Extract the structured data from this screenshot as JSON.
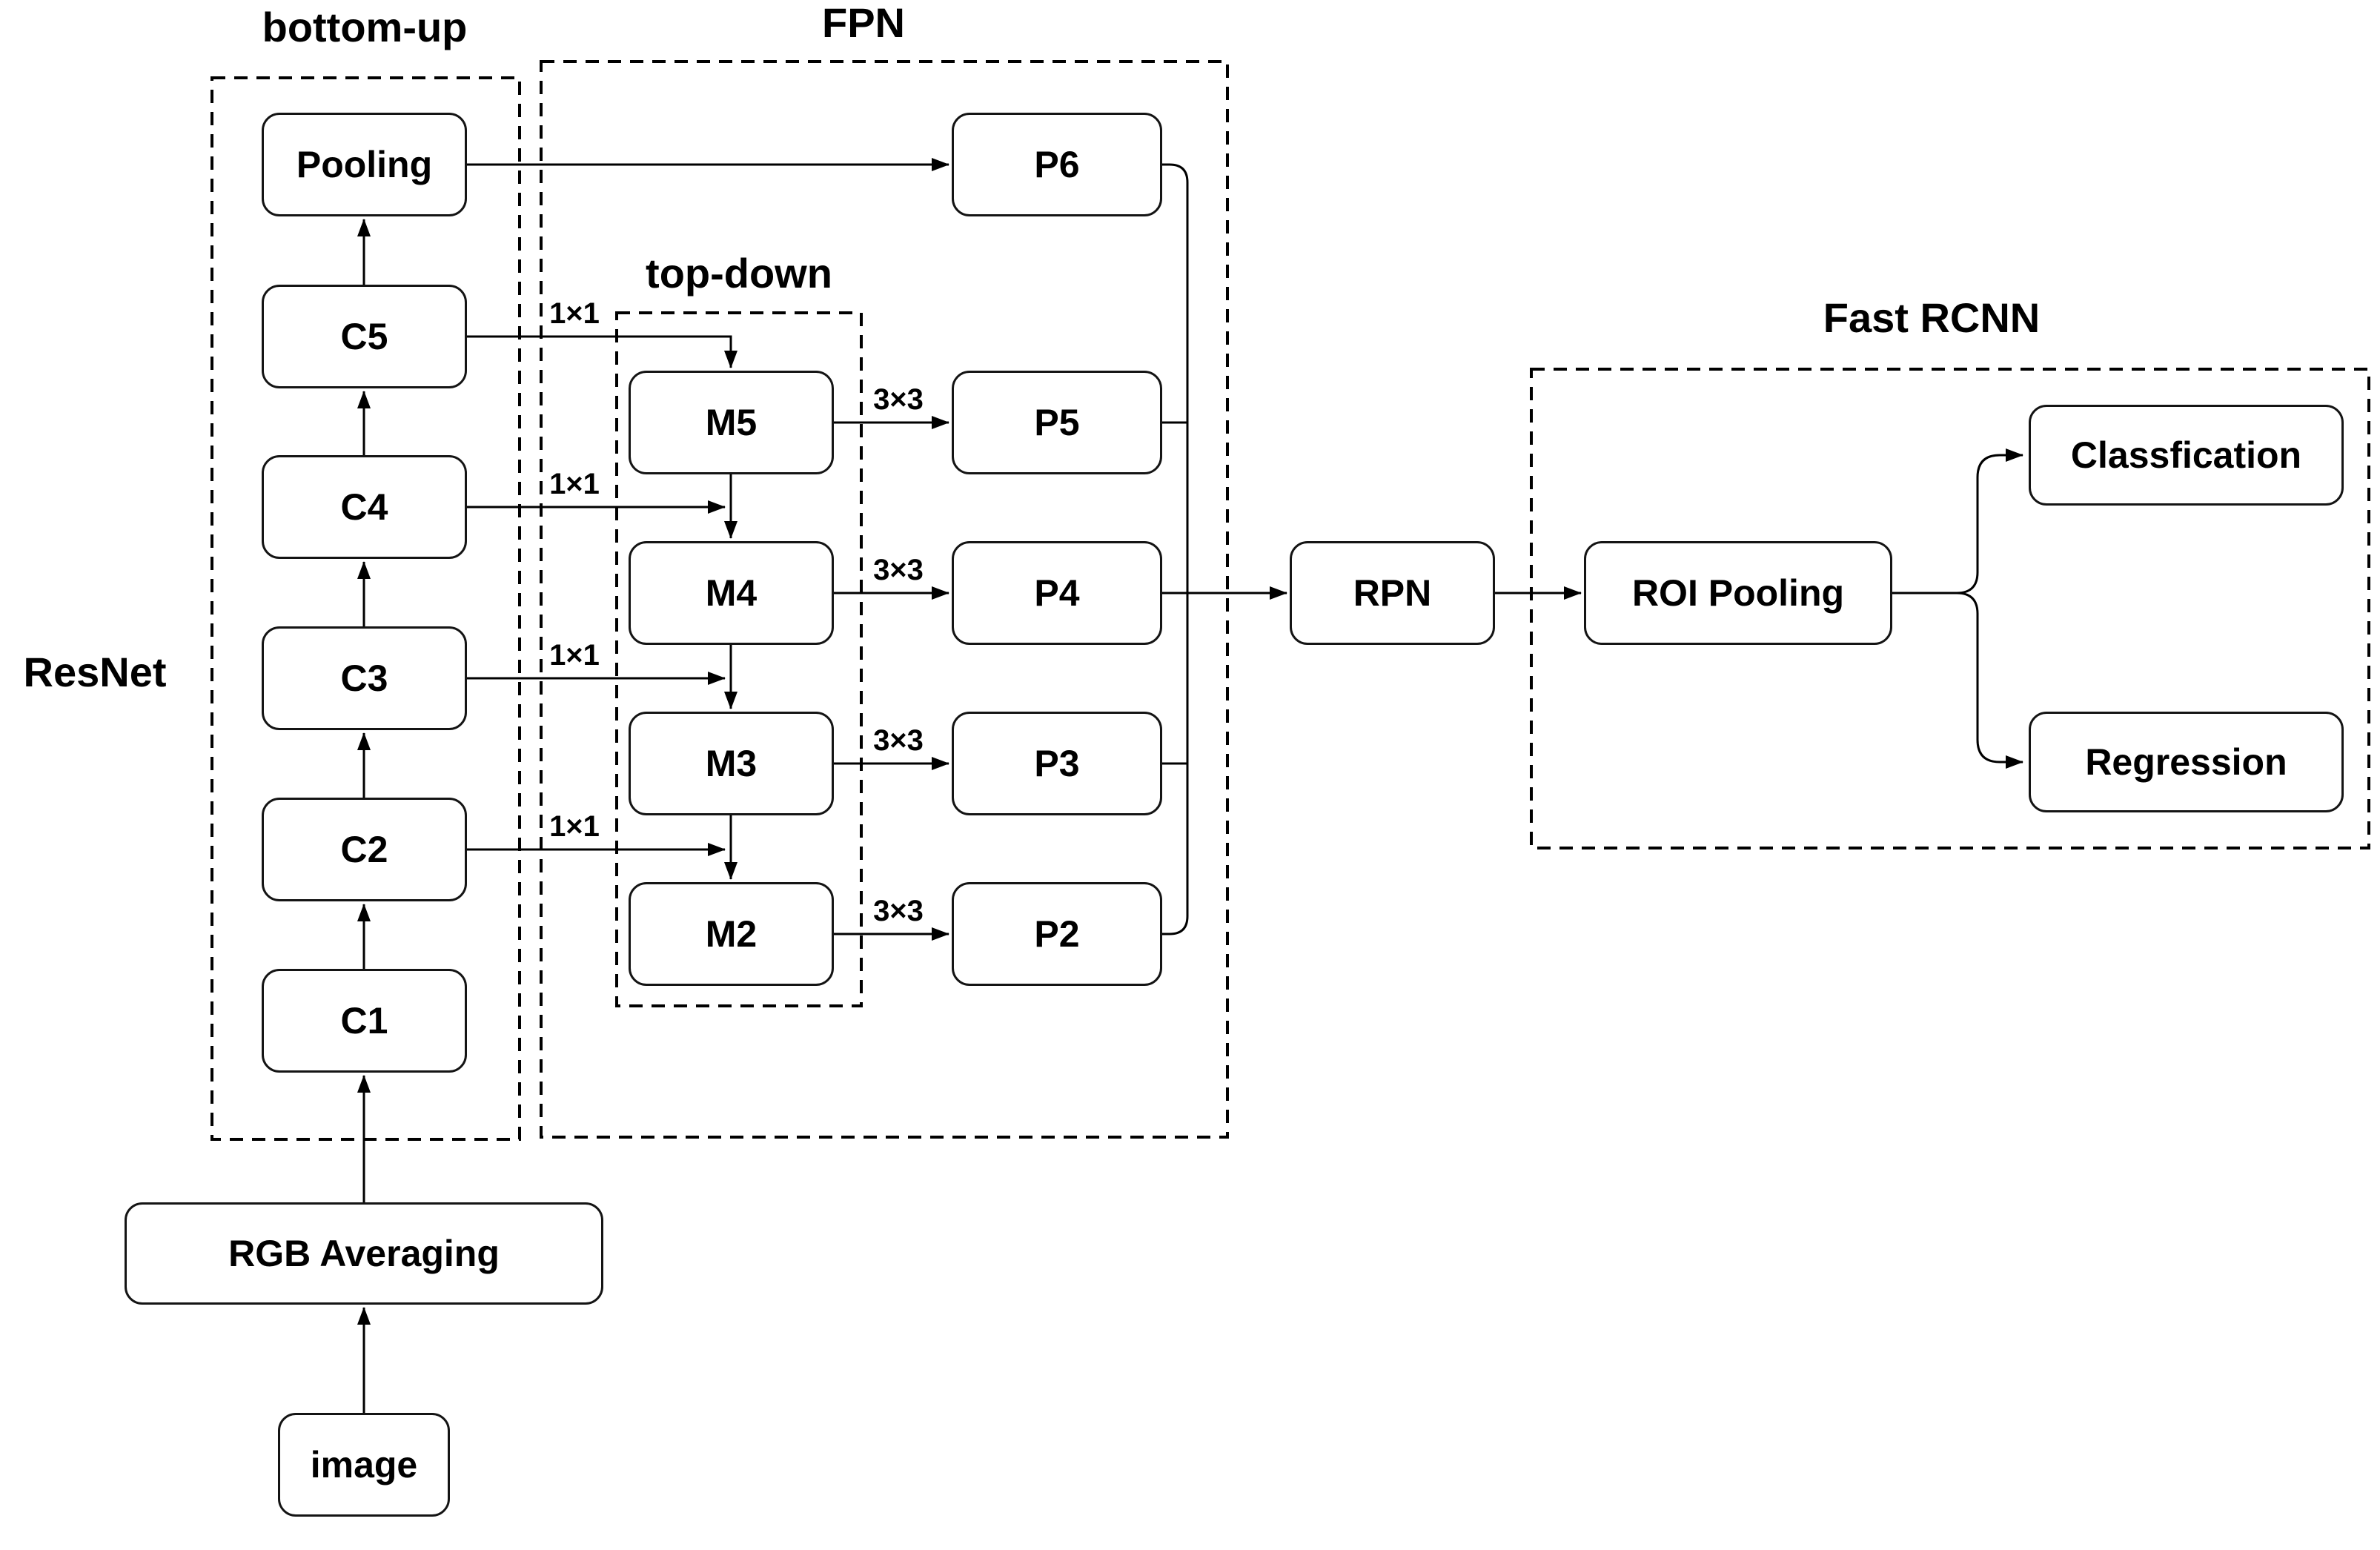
{
  "diagram": {
    "groups": {
      "bottom_up": "bottom-up",
      "fpn": "FPN",
      "top_down": "top-down",
      "fast_rcnn": "Fast RCNN"
    },
    "side_label": "ResNet",
    "nodes": {
      "pooling": "Pooling",
      "c5": "C5",
      "c4": "C4",
      "c3": "C3",
      "c2": "C2",
      "c1": "C1",
      "m5": "M5",
      "m4": "M4",
      "m3": "M3",
      "m2": "M2",
      "p6": "P6",
      "p5": "P5",
      "p4": "P4",
      "p3": "P3",
      "p2": "P2",
      "rpn": "RPN",
      "roi_pooling": "ROI Pooling",
      "classification": "Classfication",
      "regression": "Regression",
      "rgb_averaging": "RGB Averaging",
      "image": "image"
    },
    "edge_labels": {
      "conv1x1": "1×1",
      "conv3x3": "3×3"
    },
    "colors": {
      "line": "#000000",
      "background": "#ffffff"
    }
  }
}
